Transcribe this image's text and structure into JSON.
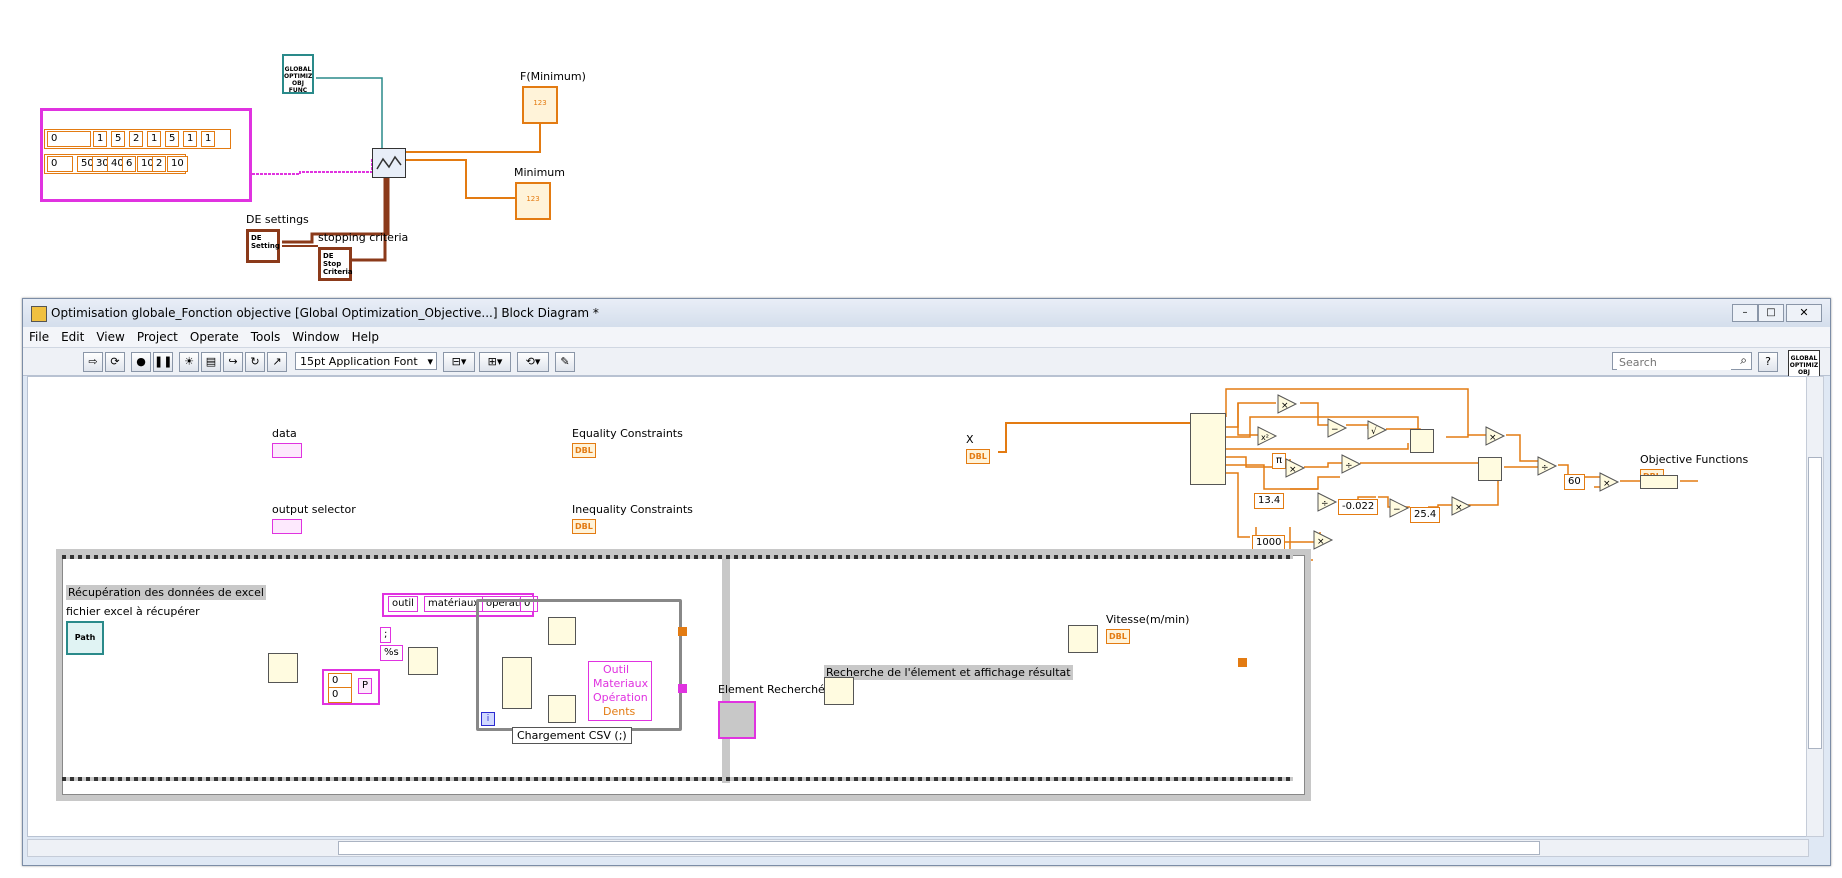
{
  "top_panel": {
    "array_row1": [
      "0",
      "1",
      "5",
      "2",
      "1",
      "5",
      "1",
      "1"
    ],
    "array_row2": [
      "0",
      "50",
      "30",
      "40",
      "6",
      "10",
      "2",
      "10"
    ],
    "global_icon_text": "GLOBAL OPTIMIZ OBJ FUNC",
    "f_minimum_label": "F(Minimum)",
    "minimum_label": "Minimum",
    "de_settings_label": "DE settings",
    "de_settings_icon": "DE Setting",
    "stopping_label": "stopping criteria",
    "stopping_icon": "DE Stop Criteria"
  },
  "window": {
    "title": "Optimisation globale_Fonction objective [Global Optimization_Objective...] Block Diagram *",
    "menu": [
      "File",
      "Edit",
      "View",
      "Project",
      "Operate",
      "Tools",
      "Window",
      "Help"
    ],
    "font_selector": "15pt Application Font",
    "search_placeholder": "Search",
    "corner_icon_text": "GLOBAL OPTIMIZ OBJ FUNC"
  },
  "diagram": {
    "data_label": "data",
    "output_selector_label": "output selector",
    "equality_label": "Equality Constraints",
    "inequality_label": "Inequality Constraints",
    "x_label": "X",
    "objective_label": "Objective Functions",
    "dbl": "DBL",
    "constants": {
      "c60": "60",
      "c134": "13.4",
      "cneg": "-0.022",
      "c254": "25.4",
      "c1000": "1000",
      "pi": "π"
    },
    "excel_section_label": "Récupération des données de excel",
    "excel_file_label": "fichier excel à récupérer",
    "path_text": "Path",
    "cluster_items": [
      "outil",
      "matériaux",
      "operation",
      "0"
    ],
    "sep_const": ";",
    "format_const": "%s",
    "idx_consts": [
      "0",
      "0"
    ],
    "p_const": "P",
    "outputs": [
      "Outil",
      "Materiaux",
      "Opération",
      "Dents"
    ],
    "loop_i": "i",
    "chargement_label": "Chargement CSV (;)",
    "recherche_label": "Recherche de l'élement et affichage résultat",
    "element_label": "Element Recherché",
    "vitesse_label": "Vitesse(m/min)"
  },
  "colors": {
    "orange": "#e37b12",
    "pink": "#e033e0",
    "teal": "#2a8a8a",
    "brown": "#8b3a1a",
    "blue": "#2b2bd1"
  }
}
